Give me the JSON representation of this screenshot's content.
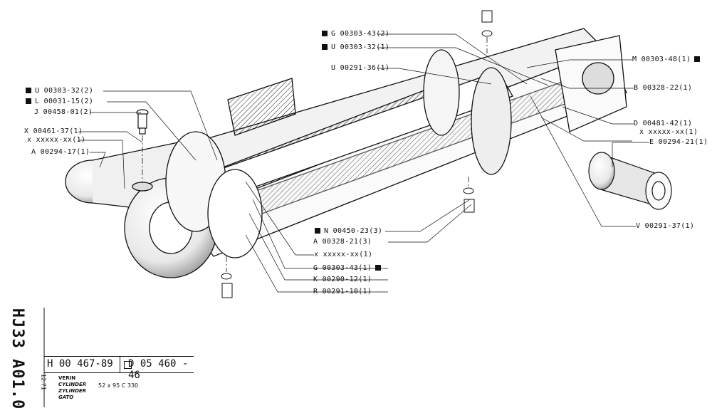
{
  "doc_code": "HJ33 A01.0",
  "date": "12.71",
  "reference": {
    "h_ref": "H 00 467-89",
    "d_ref": "D 05 460 - 46"
  },
  "names": [
    "VERIN",
    "CYLINDER",
    "ZYLINDER",
    "GATO"
  ],
  "dimensions": "52 x 95   C 330",
  "parts": [
    {
      "text": "U 00303-32(2)",
      "mark": "left"
    },
    {
      "text": "L 00031-15(2)",
      "mark": "left"
    },
    {
      "text": "J 00458-01(2)",
      "mark": "none"
    },
    {
      "text": "X 00461-37(1)",
      "mark": "none"
    },
    {
      "text": "x xxxxx-xx(1)",
      "mark": "none"
    },
    {
      "text": "A 00294-17(1)",
      "mark": "none"
    },
    {
      "text": "G 00303-43(2)",
      "mark": "left"
    },
    {
      "text": "U 00303-32(1)",
      "mark": "left"
    },
    {
      "text": "U 00291-36(1)",
      "mark": "none"
    },
    {
      "text": "M 00303-48(1)",
      "mark": "right"
    },
    {
      "text": "B 00328-22(1)",
      "mark": "none"
    },
    {
      "text": "D 00481-42(1)",
      "mark": "none"
    },
    {
      "text": "x xxxxx-xx(1)",
      "mark": "none"
    },
    {
      "text": "E 00294-21(1)",
      "mark": "none"
    },
    {
      "text": "V 00291-37(1)",
      "mark": "none"
    },
    {
      "text": "N 00450-23(3)",
      "mark": "left"
    },
    {
      "text": "A 00328-21(3)",
      "mark": "none"
    },
    {
      "text": "x xxxxx-xx(1)",
      "mark": "none"
    },
    {
      "text": "G 00303-43(1)",
      "mark": "right"
    },
    {
      "text": "K 00290-12(1)",
      "mark": "none"
    },
    {
      "text": "R 00291-10(1)",
      "mark": "none"
    }
  ]
}
